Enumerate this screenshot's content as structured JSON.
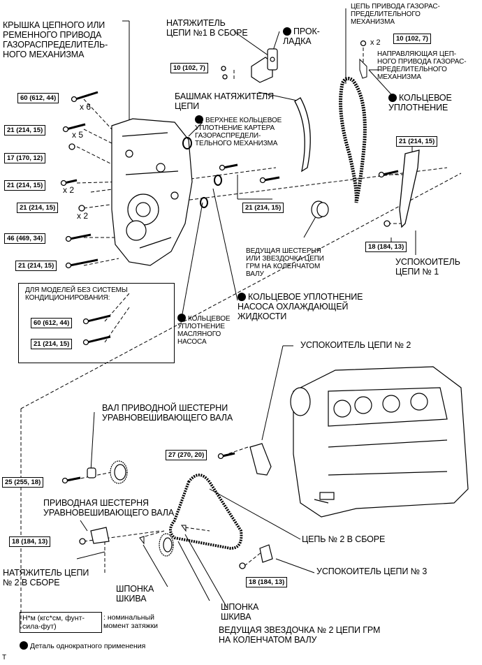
{
  "labels": {
    "cover": "КРЫШКА ЦЕПНОГО ИЛИ\nРЕМЕННОГО ПРИВОДА\nГАЗОРАСПРЕДЕЛИТЕЛЬ-\nНОГО МЕХАНИЗМА",
    "tensioner1": "НАТЯЖИТЕЛЬ\nЦЕПИ №1 В СБОРЕ",
    "gasket": "ПРОК-\nЛАДКА",
    "timing_chain": "ЦЕПЬ ПРИВОДА ГАЗОРАС-\nПРЕДЕЛИТЕЛЬНОГО\nМЕХАНИЗМА",
    "chain_guide": "НАПРАВЛЯЮЩАЯ ЦЕП-\nНОГО ПРИВОДА ГАЗОРАС-\nПРЕДЕЛИТЕЛЬНОГО\nМЕХАНИЗМА",
    "oring": "КОЛЬЦЕВОЕ\nУПЛОТНЕНИЕ",
    "tensioner_shoe": "БАШМАК НАТЯЖИТЕЛЯ\nЦЕПИ",
    "upper_seal": "ВЕРХНЕЕ КОЛЬЦЕВОЕ\nУПЛОТНЕНИЕ КАРТЕРА\nГАЗОРАСПРЕДЕЛИ-\nТЕЛЬНОГО МЕХАНИЗМА",
    "crank_sprocket": "ВЕДУЩАЯ ШЕСТЕРНЯ\nИЛИ ЗВЕЗДОЧКА ЦЕПИ\nГРМ НА КОЛЕНЧАТОМ\nВАЛУ",
    "damper1": "УСПОКОИТЕЛЬ\nЦЕПИ № 1",
    "no_ac": "ДЛЯ МОДЕЛЕЙ БЕЗ СИСТЕМЫ\nКОНДИЦИОНИРОВАНИЯ:",
    "oil_pump_seal": "КОЛЬЦЕВОЕ\nУПЛОТНЕНИЕ\nМАСЛЯНОГО\nНАСОСА",
    "water_pump_seal": "КОЛЬЦЕВОЕ УПЛОТНЕНИЕ\nНАСОСА ОХЛАЖДАЮЩЕЙ\nЖИДКОСТИ",
    "damper2": "УСПОКОИТЕЛЬ ЦЕПИ № 2",
    "balancer_shaft": "ВАЛ ПРИВОДНОЙ ШЕСТЕРНИ\nУРАВНОВЕШИВАЮЩЕГО ВАЛА",
    "balancer_gear": "ПРИВОДНАЯ ШЕСТЕРНЯ\nУРАВНОВЕШИВАЮЩЕГО ВАЛА",
    "chain2": "ЦЕПЬ № 2 В СБОРЕ",
    "damper3": "УСПОКОИТЕЛЬ ЦЕПИ № 3",
    "tensioner2": "НАТЯЖИТЕЛЬ ЦЕПИ\n№ 2 В СБОРЕ",
    "key1": "ШПОНКА\nШКИВА",
    "key2": "ШПОНКА\nШКИВА",
    "crank_sprocket2": "ВЕДУЩАЯ ЗВЕЗДОЧКА № 2 ЦЕПИ ГРМ\nНА КОЛЕНЧАТОМ ВАЛУ"
  },
  "torques": {
    "t_60_a": "60 (612, 44)",
    "t_21_a": "21 (214, 15)",
    "t_17": "17 (170, 12)",
    "t_21_b": "21 (214, 15)",
    "t_21_c": "21 (214, 15)",
    "t_46": "46 (469, 34)",
    "t_21_d": "21 (214, 15)",
    "t_10_a": "10 (102, 7)",
    "t_10_b": "10 (102, 7)",
    "t_21_e": "21 (214, 15)",
    "t_21_f": "21 (214, 15)",
    "t_18_a": "18 (184, 13)",
    "t_60_b": "60 (612, 44)",
    "t_21_g": "21 (214, 15)",
    "t_27": "27 (270, 20)",
    "t_25": "25 (255, 18)",
    "t_18_b": "18 (184, 13)",
    "t_18_c": "18 (184, 13)"
  },
  "multipliers": {
    "m6": "x 6",
    "m5": "x 5",
    "m2a": "x 2",
    "m2b": "x 2",
    "m2c": "x 2"
  },
  "legend": {
    "unit": "Н*м (кгс*см, фунт-\nсила-фут)",
    "unit_desc": ": номинальный\nмомент затяжки",
    "single_use": "Деталь однократного применения"
  },
  "figure_mark": "T"
}
